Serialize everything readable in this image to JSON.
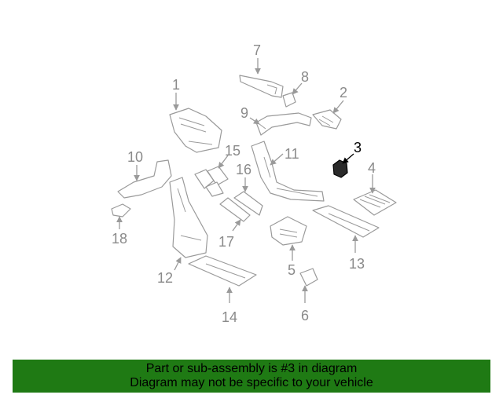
{
  "callouts": {
    "c1": "1",
    "c2": "2",
    "c3": "3",
    "c4": "4",
    "c5": "5",
    "c6": "6",
    "c7": "7",
    "c8": "8",
    "c9": "9",
    "c10": "10",
    "c11": "11",
    "c12": "12",
    "c13": "13",
    "c14": "14",
    "c15": "15",
    "c16": "16",
    "c17": "17",
    "c18": "18"
  },
  "highlighted_part": "3",
  "colors": {
    "banner_background": "#1f7a14",
    "line_art": "#9a9a9a",
    "highlight": "#000000"
  },
  "banner": {
    "line1": "Part or sub-assembly is #3 in diagram",
    "line2": "Diagram may not be specific to your vehicle"
  }
}
